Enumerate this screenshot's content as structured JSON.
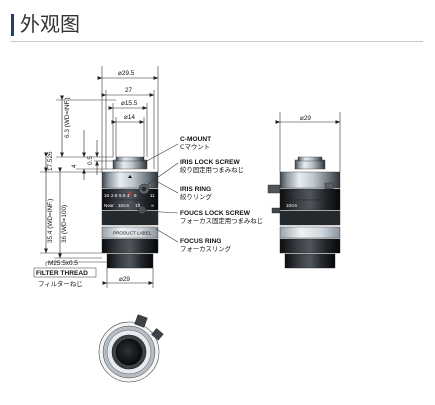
{
  "header": {
    "title": "外观图"
  },
  "front": {
    "dims": {
      "d_top": "⌀29.5",
      "w27": "27",
      "d155": "⌀15.5",
      "d14": "⌀14",
      "d29": "⌀29"
    },
    "vdims": {
      "v63": "6.3 (WD=INF.)",
      "v17526": "17.526",
      "v4": "4",
      "v05": "0.5",
      "v354": "35.4 (WD=INF.)",
      "v36": "36 (WD=100)"
    },
    "ring": {
      "f28": "2.8",
      "f4": "4",
      "f56": "5.6",
      "f8": "8",
      "f11": "11",
      "f16": "16",
      "near": "Near",
      "inf": "∞",
      "mm": "10cm",
      "ft": "1ft",
      "product": "PRODUCT LABEL"
    },
    "thread": {
      "m": "M25.5x0.5",
      "label_en": "FILTER THREAD",
      "label_jp": "フィルターねじ"
    }
  },
  "callouts": [
    {
      "en": "C-MOUNT",
      "jp": "Cマウント"
    },
    {
      "en": "IRIS LOCK SCREW",
      "jp": "絞り固定用つまみねじ"
    },
    {
      "en": "IRIS RING",
      "jp": "絞りリング"
    },
    {
      "en": "FOUCS LOCK SCREW",
      "jp": "フォーカス固定用つまみねじ"
    },
    {
      "en": "FOCUS RING",
      "jp": "フォーカスリング"
    }
  ],
  "side": {
    "d29": "⌀29",
    "mm": "10cm"
  }
}
